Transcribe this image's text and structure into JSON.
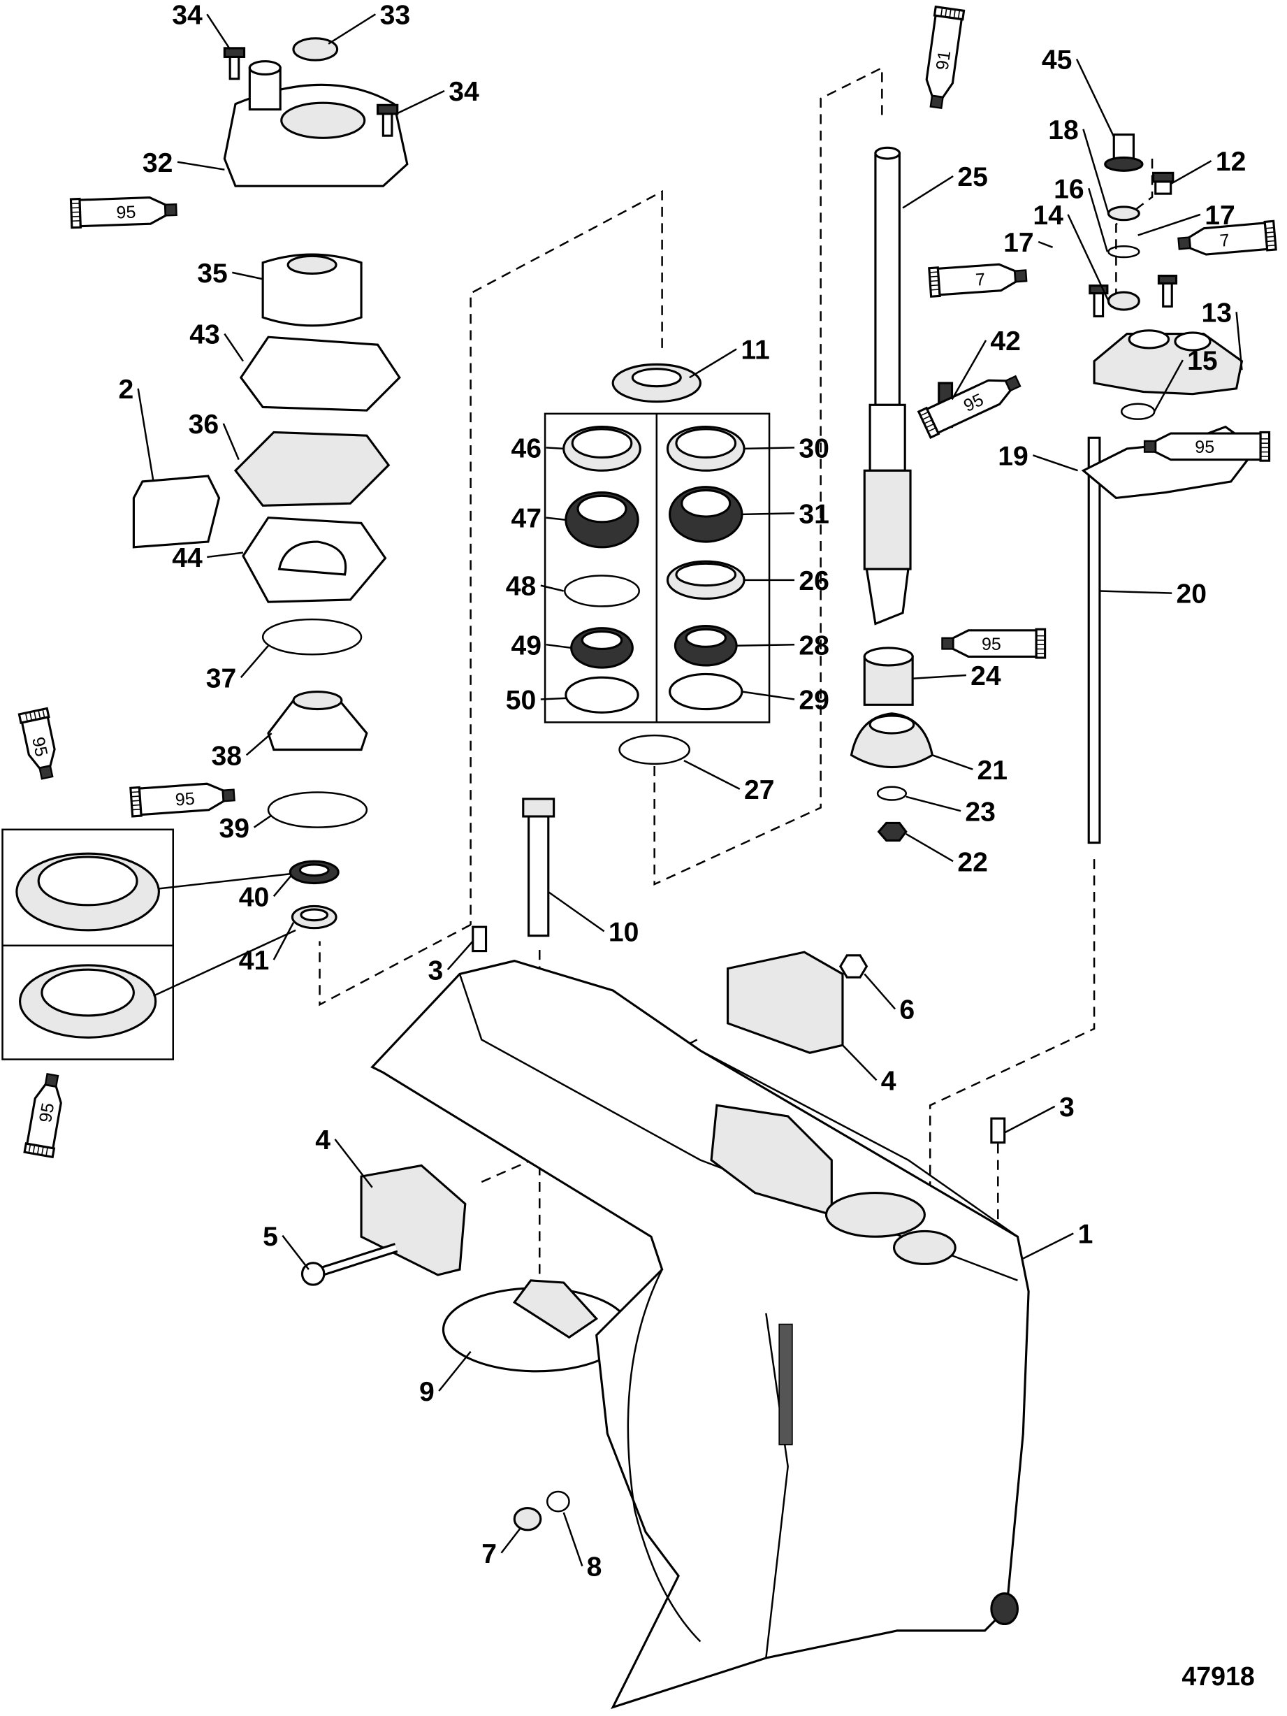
{
  "diagram": {
    "figure_id": "47918",
    "callouts": [
      "34",
      "33",
      "34",
      "32",
      "35",
      "43",
      "2",
      "36",
      "44",
      "37",
      "38",
      "39",
      "40",
      "41",
      "11",
      "46",
      "47",
      "48",
      "49",
      "50",
      "30",
      "31",
      "26",
      "28",
      "29",
      "27",
      "25",
      "45",
      "18",
      "16",
      "14",
      "17",
      "17",
      "12",
      "13",
      "42",
      "15",
      "19",
      "20",
      "24",
      "21",
      "23",
      "22",
      "10",
      "3",
      "6",
      "4",
      "3",
      "4",
      "1",
      "5",
      "9",
      "7",
      "8"
    ],
    "sealant_tubes": [
      "95",
      "95",
      "95",
      "95",
      "91",
      "7",
      "7",
      "95",
      "95",
      "95"
    ]
  }
}
